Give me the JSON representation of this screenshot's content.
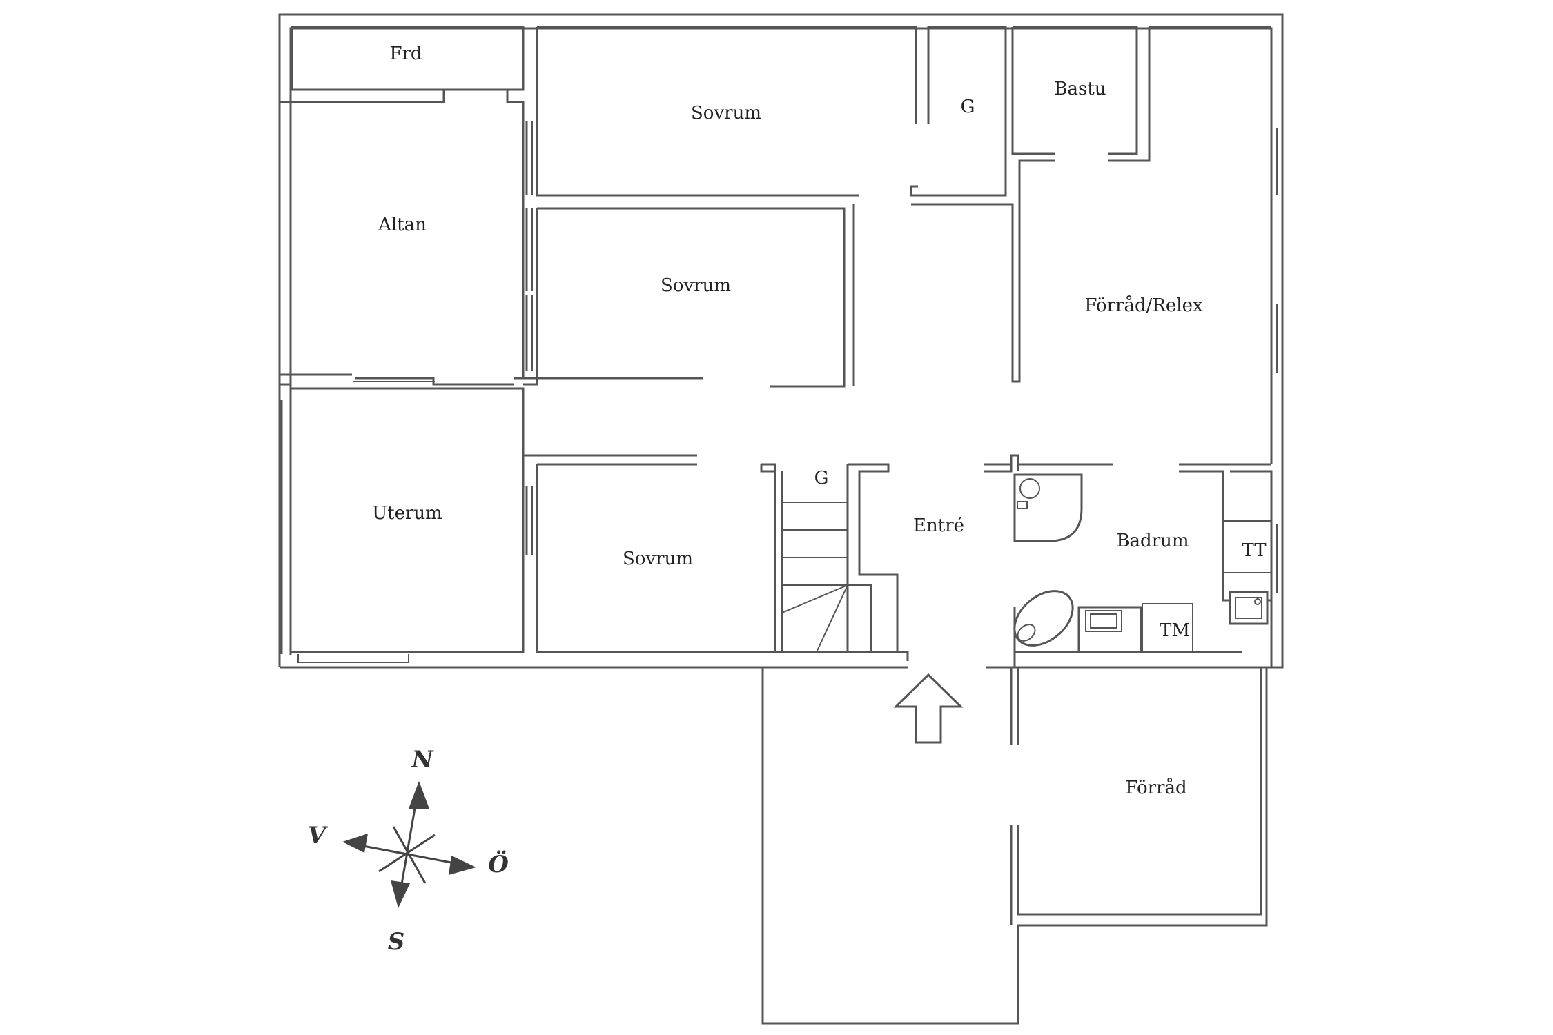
{
  "rooms": {
    "frd": "Frd",
    "sovrum_top": "Sovrum",
    "g_top": "G",
    "bastu": "Bastu",
    "altan": "Altan",
    "sovrum_mid": "Sovrum",
    "forrad_relex": "Förråd/Relex",
    "uterum": "Uterum",
    "g_stair": "G",
    "entre": "Entré",
    "badrum": "Badrum",
    "tt": "TT",
    "sovrum_low": "Sovrum",
    "tm": "TM",
    "forrad": "Förråd"
  },
  "compass": {
    "north": "N",
    "west": "V",
    "east": "Ö",
    "south": "S"
  }
}
